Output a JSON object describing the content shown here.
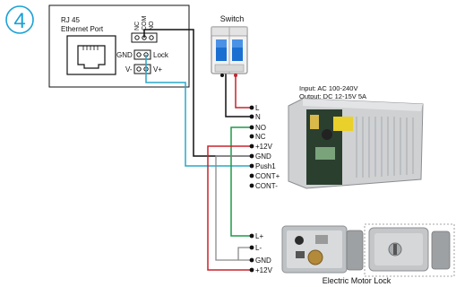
{
  "step_number": "4",
  "controller": {
    "port_title_line1": "RJ 45",
    "port_title_line2": "Ethernet Port",
    "relay_labels": [
      "NC",
      "COM",
      "NO"
    ],
    "lock_left": "GND",
    "lock_right": "Lock",
    "power_left": "V-",
    "power_right": "V+"
  },
  "switch_label": "Switch",
  "power_supply": {
    "input_label": "Input: AC 100-240V",
    "output_label": "Output: DC 12-15V 5A"
  },
  "psu_terminals": [
    "L",
    "N",
    "NO",
    "NC",
    "+12V",
    "GND",
    "Push1",
    "CONT+",
    "CONT-"
  ],
  "lock_terminals": [
    "L+",
    "L-",
    "GND",
    "+12V"
  ],
  "lock_label": "Electric Motor Lock",
  "colors": {
    "step": "#1aa1d6",
    "red_wire": "#c8232c",
    "black_wire": "#111111",
    "green_wire": "#1f9a48",
    "cyan_wire": "#2aa7c9",
    "gray_wire": "#8a8a8a",
    "breaker_blue": "#1b6fd1"
  }
}
